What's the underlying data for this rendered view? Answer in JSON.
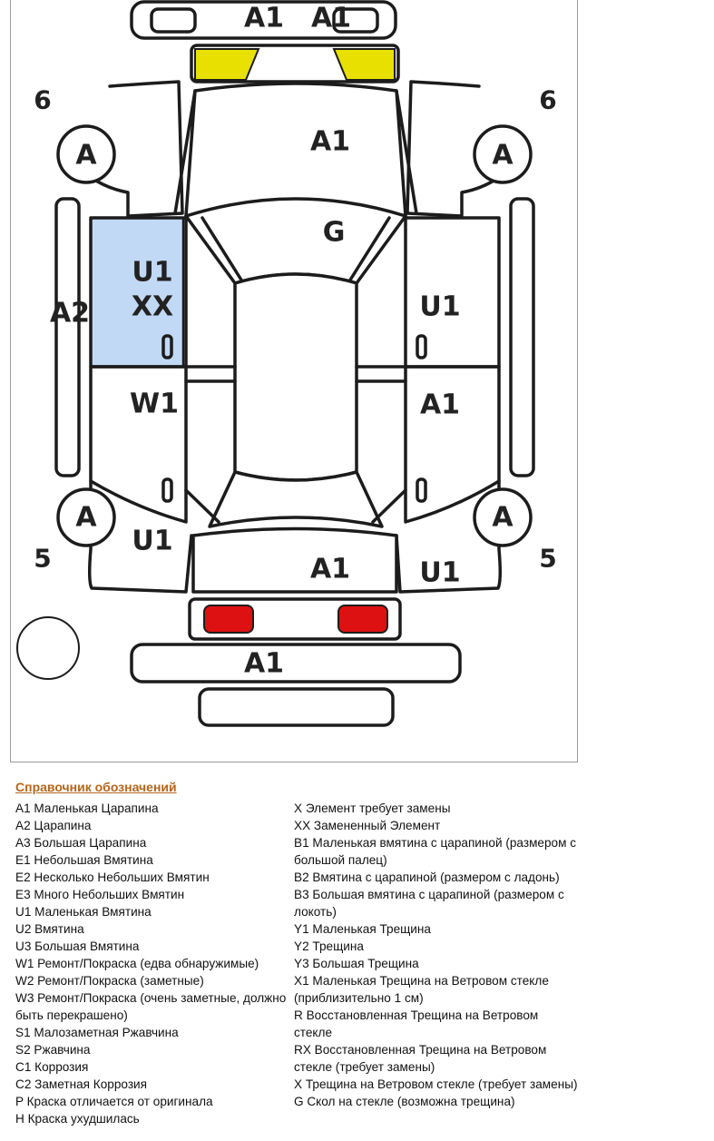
{
  "diagram": {
    "labels": {
      "front_bumper_left": "A1",
      "front_bumper_right": "A1",
      "hood": "A1",
      "windshield": "G",
      "left_fender": "A2",
      "left_front_door_1": "U1",
      "left_front_door_2": "XX",
      "left_rear_door": "W1",
      "left_rear_quarter": "U1",
      "right_front_door": "U1",
      "right_rear_door": "A1",
      "right_rear_quarter": "U1",
      "trunk": "A1",
      "rear_bumper": "A1",
      "wheel_front_left": "A",
      "wheel_front_right": "A",
      "wheel_rear_left": "A",
      "wheel_rear_right": "A",
      "num_front_left": "6",
      "num_front_right": "6",
      "num_rear_left": "5",
      "num_rear_right": "5"
    },
    "colors": {
      "headlights": "#e8e000",
      "taillights": "#dd1111",
      "highlight_panel": "#c2d9f5"
    }
  },
  "legend": {
    "title": "Справочник обозначений",
    "left": [
      "A1 Маленькая Царапина",
      "A2 Царапина",
      "A3 Большая Царапина",
      "E1 Небольшая Вмятина",
      "E2 Несколько Небольших Вмятин",
      "E3 Много Небольших Вмятин",
      "U1 Маленькая Вмятина",
      "U2 Вмятина",
      "U3 Большая Вмятина",
      "W1 Ремонт/Покраска (едва обнаружимые)",
      "W2 Ремонт/Покраска (заметные)",
      "W3 Ремонт/Покраска (очень заметные, должно быть перекрашено)",
      "S1 Малозаметная Ржавчина",
      "S2 Ржавчина",
      "C1 Коррозия",
      "C2 Заметная Коррозия",
      "P Краска отличается от оригинала",
      "H Краска ухудшилась"
    ],
    "right": [
      "X Элемент требует замены",
      "XX Замененный Элемент",
      "B1 Маленькая вмятина с царапиной (размером с большой палец)",
      "B2 Вмятина с царапиной (размером с ладонь)",
      "B3 Большая вмятина с царапиной (размером с локоть)",
      "Y1 Маленькая Трещина",
      "Y2 Трещина",
      "Y3 Большая Трещина",
      "X1 Маленькая Трещина на Ветровом стекле (приблизительно 1 см)",
      "R Восстановленная Трещина на Ветровом стекле",
      "RX Восстановленная Трещина на Ветровом стекле (требует замены)",
      "X Трещина на Ветровом стекле (требует замены)",
      "G Скол на стекле (возможна трещина)"
    ]
  }
}
